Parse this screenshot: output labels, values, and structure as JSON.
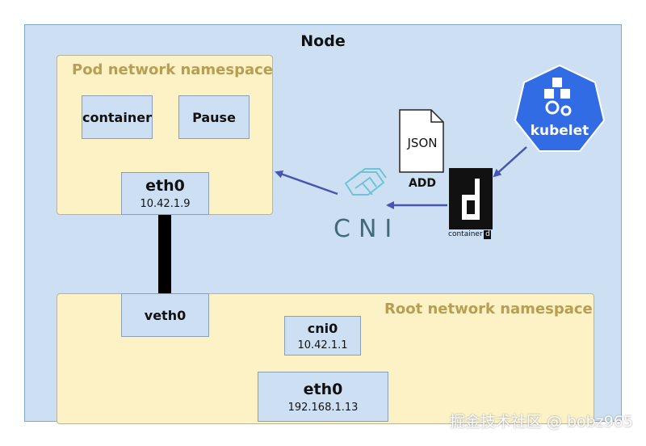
{
  "node": {
    "title": "Node"
  },
  "pod_namespace": {
    "title": "Pod network namespace",
    "container_label": "container",
    "pause_label": "Pause",
    "eth0": {
      "label": "eth0",
      "ip": "10.42.1.9"
    }
  },
  "root_namespace": {
    "title": "Root network namespace",
    "veth0": {
      "label": "veth0"
    },
    "cni0": {
      "label": "cni0",
      "ip": "10.42.1.1"
    },
    "eth0": {
      "label": "eth0",
      "ip": "192.168.1.13"
    }
  },
  "json_doc": {
    "label": "JSON"
  },
  "add_label": "ADD",
  "cni": {
    "label": "CNI"
  },
  "containerd": {
    "label": "container",
    "badge": "d"
  },
  "kubelet": {
    "label": "kubelet"
  },
  "watermark": "掘金技术社区 @ bobz965",
  "colors": {
    "node_fill": "#cde0f3",
    "namespace_fill": "#fdf2c6",
    "namespace_title": "#b69e52",
    "arrow": "#4654b4",
    "kubelet_blue": "#326ce5"
  }
}
